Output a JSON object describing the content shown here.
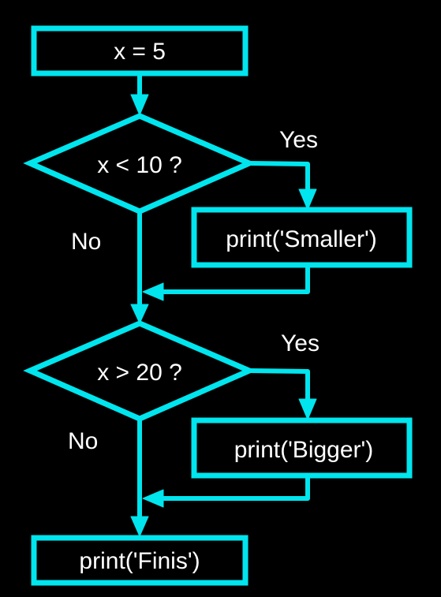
{
  "nodes": {
    "assign": "x = 5",
    "decision_1": "x < 10 ?",
    "print_smaller": "print('Smaller')",
    "decision_2": "x > 20 ?",
    "print_bigger": "print('Bigger')",
    "print_finis": "print('Finis')"
  },
  "edges": {
    "yes_1": "Yes",
    "no_1": "No",
    "yes_2": "Yes",
    "no_2": "No"
  },
  "colors": {
    "background": "#000000",
    "stroke": "#00e5ee",
    "text": "#ffffff"
  }
}
